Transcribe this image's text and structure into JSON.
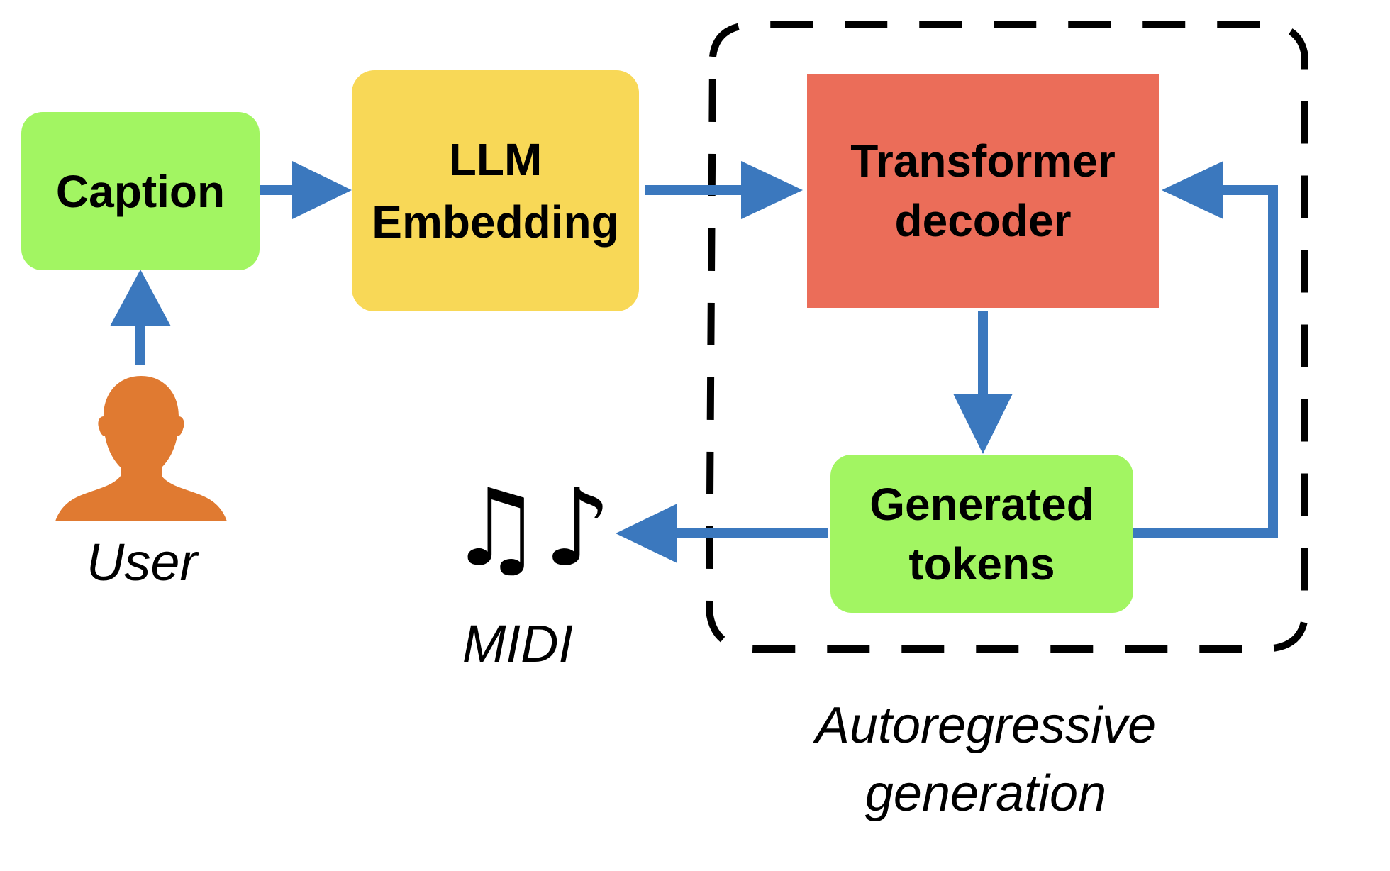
{
  "colors": {
    "caption_fill": "#a2f562",
    "llm_fill": "#f8d857",
    "transformer_fill": "#eb6d59",
    "tokens_fill": "#a2f562",
    "arrow": "#3b78be",
    "user_icon": "#e07a31",
    "dashed_border": "#000000"
  },
  "nodes": {
    "caption": {
      "label": "Caption"
    },
    "llm_embedding": {
      "line1": "LLM",
      "line2": "Embedding"
    },
    "transformer_decoder": {
      "line1": "Transformer",
      "line2": "decoder"
    },
    "generated_tokens": {
      "line1": "Generated",
      "line2": "tokens"
    }
  },
  "labels": {
    "user": "User",
    "midi": "MIDI",
    "autoregressive_line1": "Autoregressive",
    "autoregressive_line2": "generation"
  },
  "icons": {
    "user": "person-silhouette-icon",
    "midi": "music-notes-icon",
    "midi_glyph": "♫♪"
  },
  "edges": [
    {
      "from": "user",
      "to": "caption"
    },
    {
      "from": "caption",
      "to": "llm_embedding"
    },
    {
      "from": "llm_embedding",
      "to": "transformer_decoder"
    },
    {
      "from": "transformer_decoder",
      "to": "generated_tokens"
    },
    {
      "from": "generated_tokens",
      "to": "transformer_decoder"
    },
    {
      "from": "generated_tokens",
      "to": "midi"
    }
  ]
}
